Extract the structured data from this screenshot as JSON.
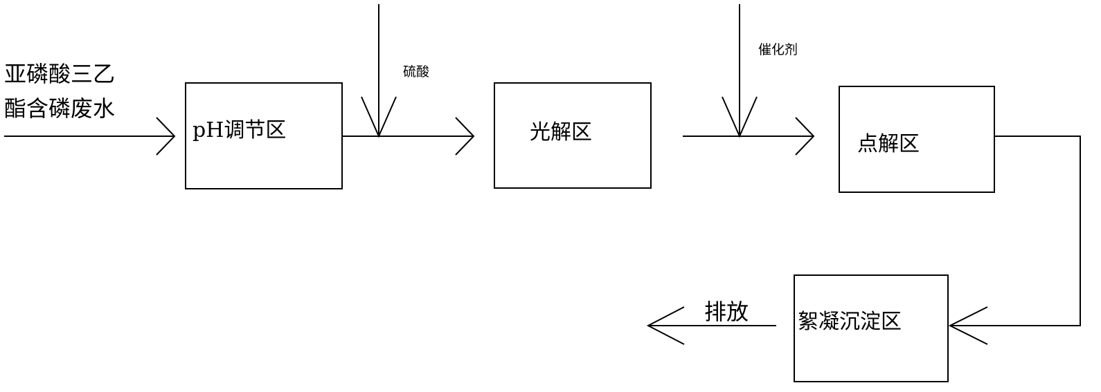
{
  "input": {
    "line1": "亚磷酸三乙",
    "line2": "酯含磷废水"
  },
  "stages": {
    "ph_adjust": "pH调节区",
    "photolysis": "光解区",
    "electrolysis": "点解区",
    "flocculation": "絮凝沉淀区"
  },
  "reagents": {
    "acid": "硫酸",
    "catalyst": "催化剂"
  },
  "output": {
    "label": "排放"
  }
}
